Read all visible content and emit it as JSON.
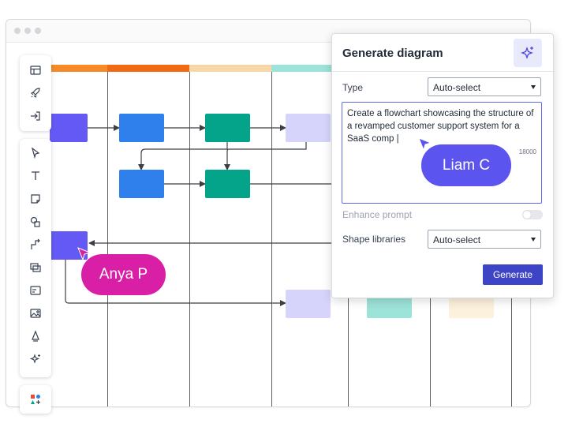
{
  "panel": {
    "title": "Generate diagram",
    "type_label": "Type",
    "type_value": "Auto-select",
    "prompt_text": "Create a flowchart showcasing the structure of a revamped customer support system for a SaaS comp |",
    "char_count": "18000",
    "enhance_label": "Enhance prompt",
    "enhance_on": false,
    "shape_libraries_label": "Shape libraries",
    "shape_libraries_value": "Auto-select",
    "generate_label": "Generate"
  },
  "collaborators": [
    {
      "name": "Liam C",
      "color": "#5b54ee"
    },
    {
      "name": "Anya P",
      "color": "#d91fa6"
    }
  ],
  "colors": {
    "purple": "#6459f5",
    "blue": "#2f80ed",
    "teal": "#03a48a",
    "lavender": "#d6d4fb",
    "mint": "#9ce3d9",
    "cream": "#fcf1dc",
    "lane_orange": "#f58a27",
    "lane_dark_orange": "#f06a16",
    "lane_peach": "#f8d7a6",
    "lane_mint": "#9ce3d9",
    "accent": "#3e44c6"
  },
  "toolbar": {
    "top": [
      "layout-icon",
      "rocket-icon",
      "import-icon"
    ],
    "main": [
      "pointer-icon",
      "text-icon",
      "sticky-note-icon",
      "shapes-icon",
      "connector-icon",
      "container-icon",
      "card-icon",
      "image-icon",
      "pen-icon",
      "sparkle-icon"
    ],
    "bottom": [
      "shape-library-icon"
    ]
  }
}
